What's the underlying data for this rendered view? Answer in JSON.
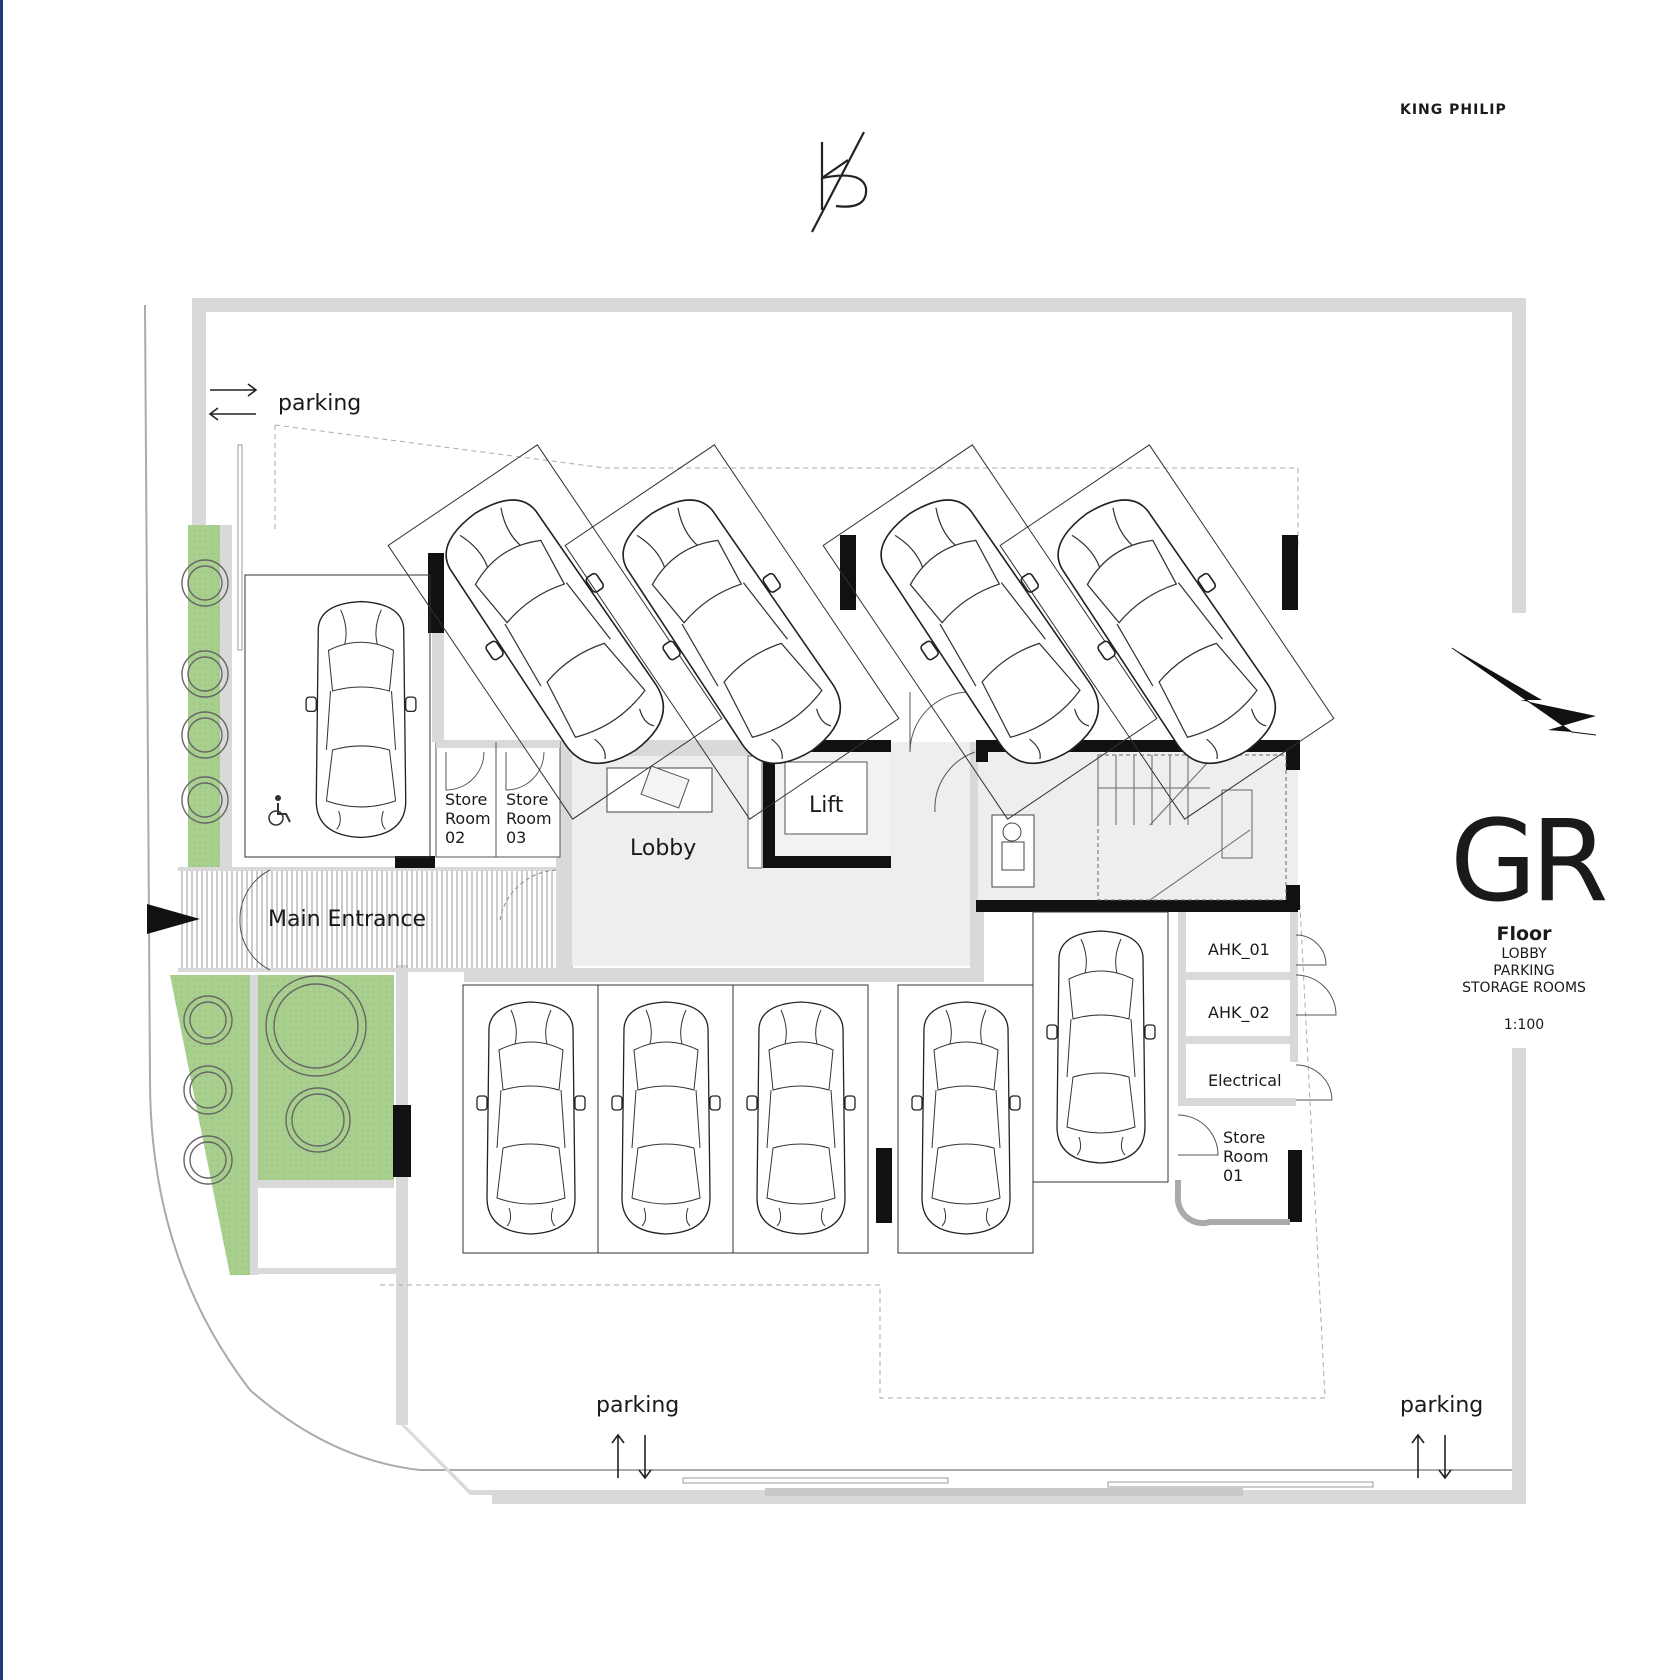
{
  "brand": {
    "name": "KING PHILIP",
    "logo_icon": "kp-monogram-logo"
  },
  "floor_badge": {
    "code": "GR",
    "title": "Floor",
    "subtitle_lines": [
      "LOBBY",
      "PARKING",
      "STORAGE ROOMS"
    ],
    "scale": "1:100"
  },
  "labels": {
    "parking_top": "parking",
    "parking_bottom_left": "parking",
    "parking_bottom_right": "parking",
    "main_entrance": "Main Entrance",
    "lobby": "Lobby",
    "lift": "Lift",
    "store_room_02": [
      "Store",
      "Room",
      "02"
    ],
    "store_room_03": [
      "Store",
      "Room",
      "03"
    ],
    "store_room_01": [
      "Store",
      "Room",
      "01"
    ],
    "ahk_01": "AHK_01",
    "ahk_02": "AHK_02",
    "electrical": "Electrical"
  },
  "icons": {
    "north_arrow": "north-arrow-icon",
    "entrance_marker": "entrance-arrow-icon",
    "wheelchair": "wheelchair-icon",
    "traffic_arrows": "two-way-arrows-icon"
  },
  "colors": {
    "landscape_green": "#a8cf8e",
    "wall_gray": "#d9d9d9",
    "wall_black": "#111111",
    "lobby_fill": "#eeeeee"
  }
}
